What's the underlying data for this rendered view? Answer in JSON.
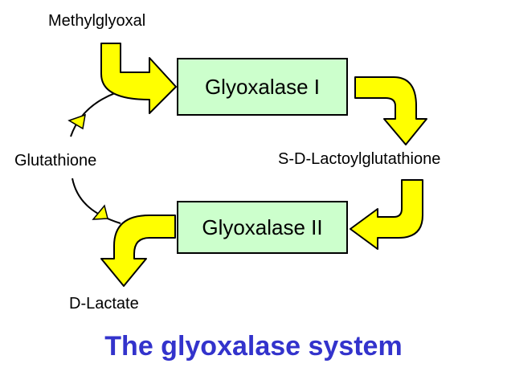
{
  "labels": {
    "methylglyoxal": "Methylglyoxal",
    "glutathione": "Glutathione",
    "lactoylglutathione": "S-D-Lactoylglutathione",
    "d_lactate": "D-Lactate"
  },
  "enzymes": {
    "glyoxalase_1": "Glyoxalase I",
    "glyoxalase_2": "Glyoxalase II"
  },
  "caption": "The glyoxalase system",
  "colors": {
    "arrow_fill": "#ffff00",
    "enzyme_fill": "#ccffcc",
    "caption": "#3333cc"
  }
}
